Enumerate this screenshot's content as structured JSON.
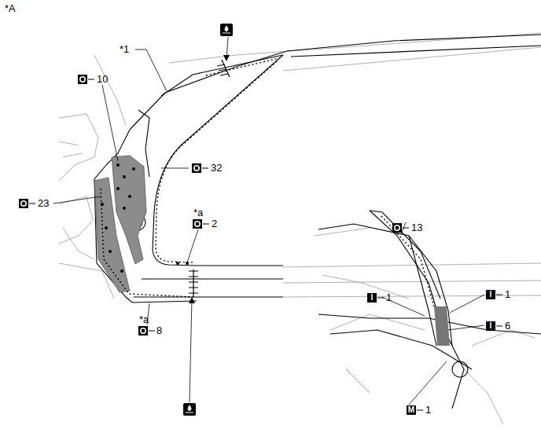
{
  "diagram": {
    "labels": [
      "*A",
      "*1",
      "10",
      "32",
      "23",
      "*a",
      "2",
      "*a",
      "8",
      "13",
      "I",
      "1",
      "I",
      "1",
      "I",
      "6",
      "M",
      "1"
    ]
  }
}
